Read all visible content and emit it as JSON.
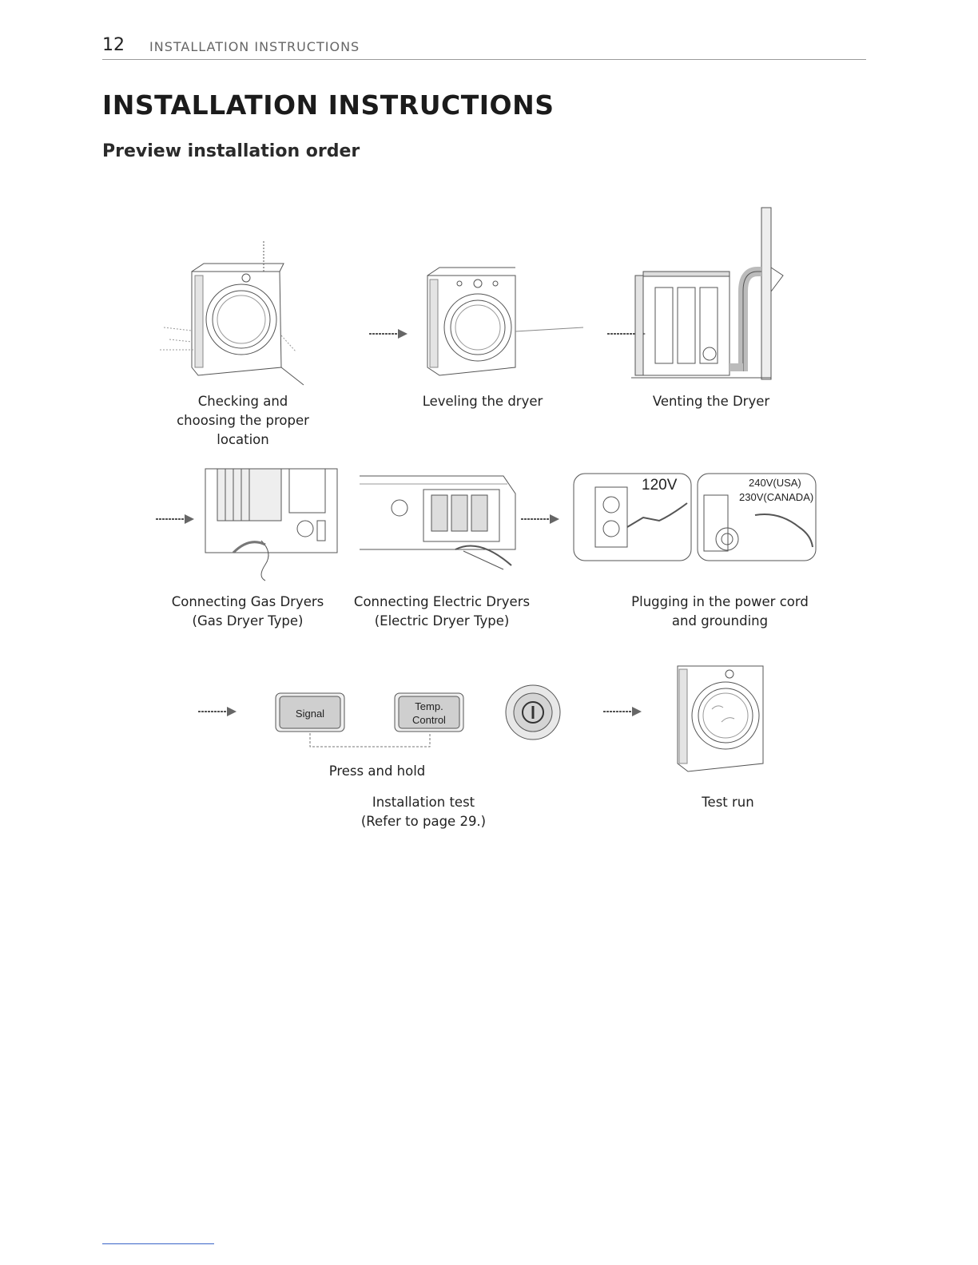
{
  "header": {
    "page_number": "12",
    "section": "INSTALLATION INSTRUCTIONS"
  },
  "title": "INSTALLATION INSTRUCTIONS",
  "subtitle": "Preview installation order",
  "steps": [
    {
      "caption_lines": [
        "Checking and",
        "choosing the proper",
        "location"
      ]
    },
    {
      "caption_lines": [
        "Leveling the dryer"
      ]
    },
    {
      "caption_lines": [
        "Venting the Dryer"
      ]
    },
    {
      "caption_lines": [
        "Connecting Gas Dryers",
        "(Gas Dryer Type)"
      ]
    },
    {
      "caption_lines": [
        "Connecting Electric Dryers",
        "(Electric Dryer Type)"
      ]
    },
    {
      "caption_lines": [
        "Plugging in the power cord",
        "and grounding"
      ]
    },
    {
      "caption_lines": [
        "Installation test",
        "(Refer to page 29.)"
      ]
    },
    {
      "caption_lines": [
        "Test run"
      ]
    }
  ],
  "voltage_labels": {
    "low": "120V",
    "usa": "240V(USA)",
    "canada": "230V(CANADA)"
  },
  "buttons": {
    "signal": "Signal",
    "temp_line1": "Temp.",
    "temp_line2": "Control"
  },
  "press_and_hold": "Press and hold",
  "icons": [
    "arrow-icon",
    "power-button-icon"
  ]
}
